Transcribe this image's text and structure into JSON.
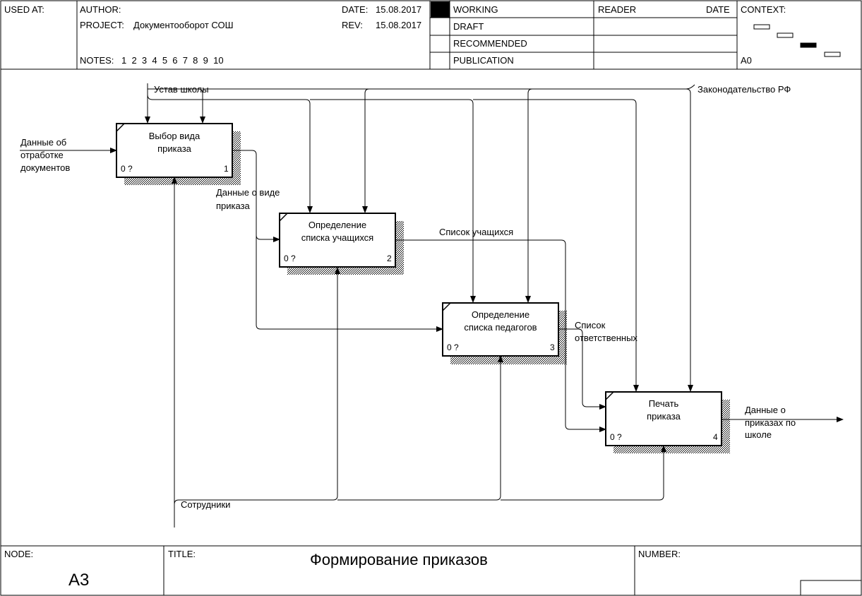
{
  "header": {
    "used_at_label": "USED AT:",
    "author_label": "AUTHOR:",
    "author_value": "",
    "project_label": "PROJECT:",
    "project_value": "Документооборот СОШ",
    "date_label": "DATE:",
    "date_value": "15.08.2017",
    "rev_label": "REV:",
    "rev_value": "15.08.2017",
    "notes_label": "NOTES:",
    "notes_value": "1  2  3  4  5  6  7  8  9  10",
    "status": [
      "WORKING",
      "DRAFT",
      "RECOMMENDED",
      "PUBLICATION"
    ],
    "reader_label": "READER",
    "reader_date_label": "DATE",
    "context_label": "CONTEXT:",
    "context_node": "A0"
  },
  "diagram": {
    "boxes": [
      {
        "label1": "Выбор вида",
        "label2": "приказа",
        "cost": "0 ?",
        "num": "1"
      },
      {
        "label1": "Определение",
        "label2": "списка учащихся",
        "cost": "0 ?",
        "num": "2"
      },
      {
        "label1": "Определение",
        "label2": "списка педагогов",
        "cost": "0 ?",
        "num": "3"
      },
      {
        "label1": "Печать",
        "label2": "приказа",
        "cost": "0 ?",
        "num": "4"
      }
    ],
    "arrows": {
      "ustav": "Устав школы",
      "zakon": "Законодательство РФ",
      "input1": "Данные об",
      "input2": "отработке",
      "input3": "документов",
      "vid1": "Данные о виде",
      "vid2": "приказа",
      "students": "Список учащихся",
      "resp1": "Список",
      "resp2": "ответственных",
      "out1": "Данные о",
      "out2": "приказах по",
      "out3": "школе",
      "staff": "Сотрудники"
    }
  },
  "footer": {
    "node_label": "NODE:",
    "node_value": "A3",
    "title_label": "TITLE:",
    "title_value": "Формирование приказов",
    "number_label": "NUMBER:"
  }
}
